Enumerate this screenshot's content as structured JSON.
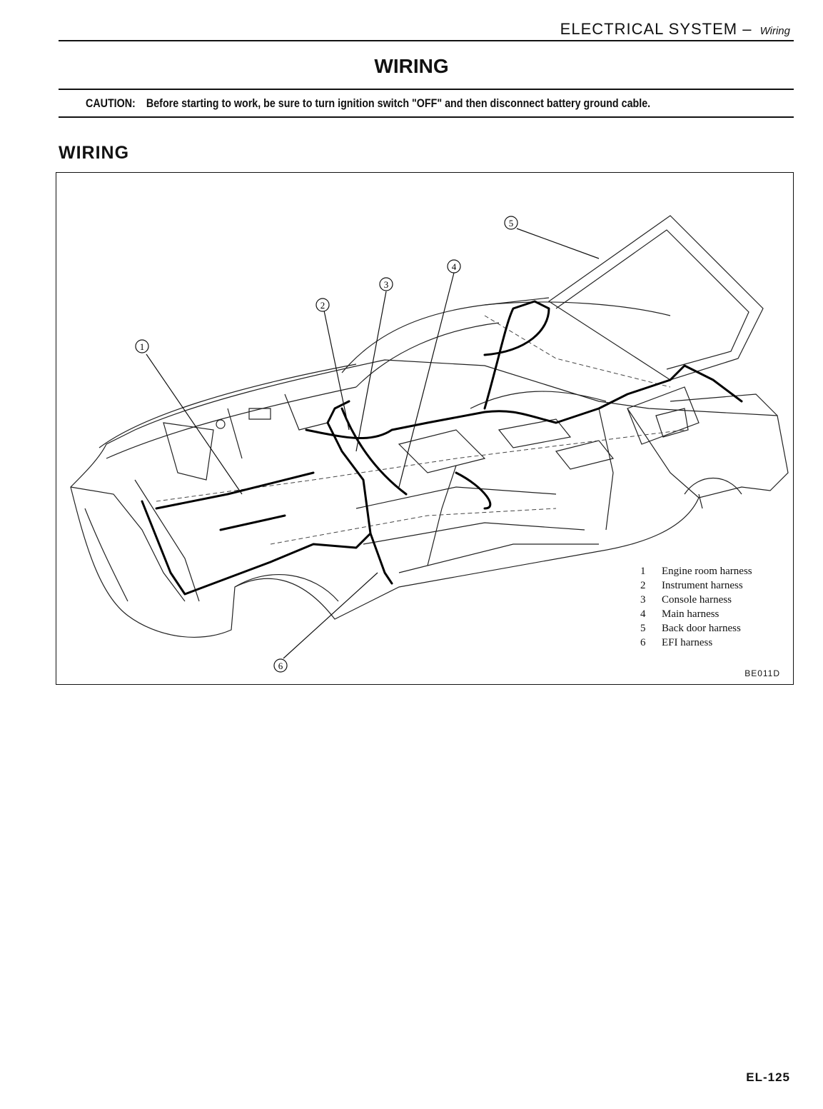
{
  "header": {
    "section": "ELECTRICAL SYSTEM",
    "separator": "–",
    "subsection": "Wiring"
  },
  "page_title": "WIRING",
  "caution": {
    "label": "CAUTION:",
    "text": "Before starting to work, be sure to turn ignition switch \"OFF\" and then disconnect battery ground cable."
  },
  "section_title": "WIRING",
  "figure": {
    "callouts": [
      "1",
      "2",
      "3",
      "4",
      "5",
      "6"
    ],
    "legend": [
      {
        "num": "1",
        "label": "Engine room harness"
      },
      {
        "num": "2",
        "label": "Instrument harness"
      },
      {
        "num": "3",
        "label": "Console harness"
      },
      {
        "num": "4",
        "label": "Main harness"
      },
      {
        "num": "5",
        "label": "Back door harness"
      },
      {
        "num": "6",
        "label": "EFI harness"
      }
    ],
    "code": "BE011D"
  },
  "footer": {
    "page_number": "EL-125"
  }
}
